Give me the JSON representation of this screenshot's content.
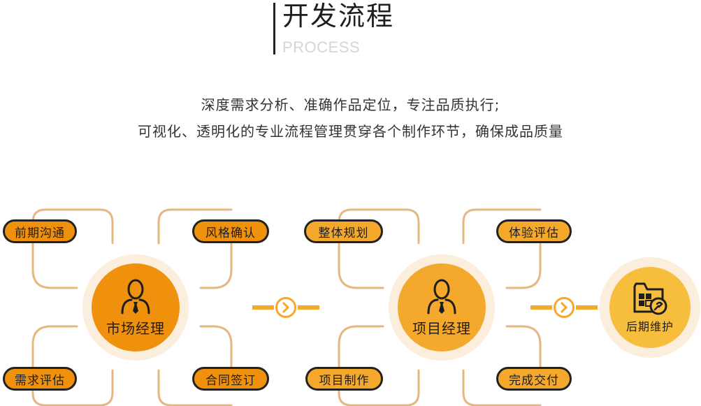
{
  "header": {
    "title": "开发流程",
    "subtitle": "PROCESS"
  },
  "description": {
    "line1": "深度需求分析、准确作品定位，专注品质执行;",
    "line2": "可视化、透明化的专业流程管理贯穿各个制作环节，确保成品质量"
  },
  "colors": {
    "accent_dark": "#f0910e",
    "accent_light": "#f4a92d",
    "halo": "#fbeedc",
    "line": "#e5b882"
  },
  "stages": {
    "market_manager": {
      "name": "市场经理",
      "icon": "person-icon",
      "steps": [
        "前期沟通",
        "风格确认",
        "需求评估",
        "合同签订"
      ]
    },
    "project_manager": {
      "name": "项目经理",
      "icon": "person-icon",
      "steps": [
        "整体规划",
        "体验评估",
        "项目制作",
        "完成交付"
      ]
    },
    "maintenance": {
      "name": "后期维护",
      "icon": "maintenance-icon"
    }
  }
}
